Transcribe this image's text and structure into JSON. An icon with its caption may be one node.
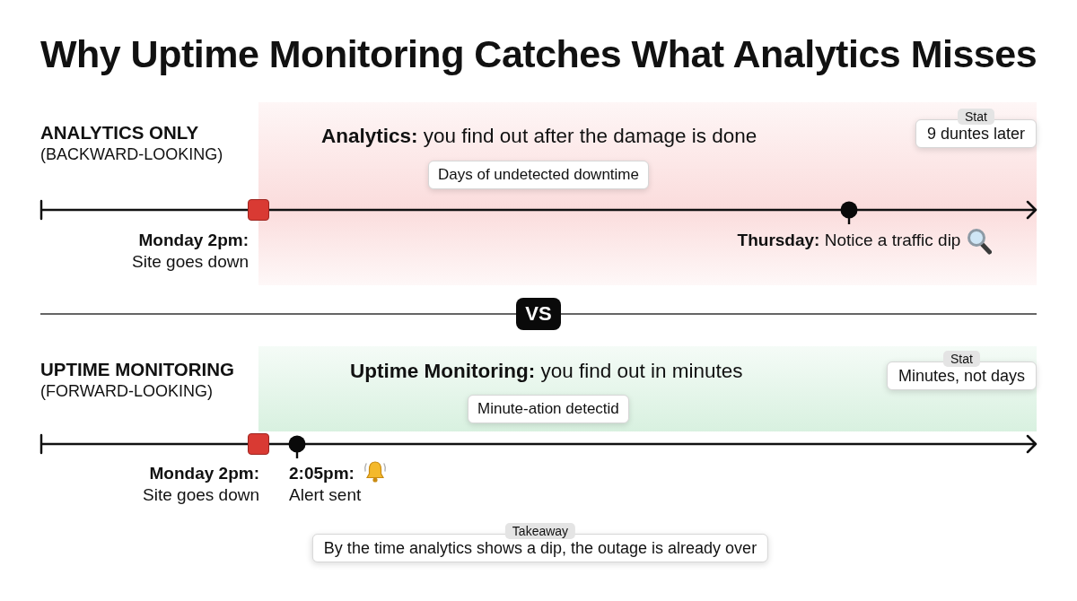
{
  "diagram": {
    "title": "Why Uptime Monitoring Catches What Analytics Misses",
    "nodes": [
      {
        "text": [
          "**Analytics:** you find out after the damage is done"
        ]
      },
      {
        "text": [
          "Days of undetected downtime"
        ],
        "in": 0
      },
      {
        "text": [
          "Stat",
          "9 duntes later"
        ],
        "in": 0
      },
      {
        "text": [],
        "shape": "box",
        "beside": [
          "**Monday 2pm:** Site goes down"
        ]
      },
      {
        "text": [],
        "shape": "circle",
        "in": 0,
        "beside": [
          "**Thursday:** Notice a traffic dip"
        ]
      },
      {
        "text": [
          "VS"
        ]
      },
      {
        "text": [
          "**Uptime Monitoring:** you find out in minutes"
        ]
      },
      {
        "text": [
          "Minute-ation detectid"
        ],
        "in": 6
      },
      {
        "text": [
          "Stat",
          "Minutes, not days"
        ],
        "in": 6
      },
      {
        "text": [],
        "shape": "box",
        "beside": [
          "**Monday 2pm:** Site goes down"
        ]
      },
      {
        "text": [],
        "shape": "circle",
        "beside": [
          "**2:05pm:** Alert sent"
        ]
      },
      {
        "text": [
          "Takeaway",
          "By the time analytics shows a dip, the outage is already over"
        ]
      }
    ],
    "labels": [
      "ANALYTICS ONLY",
      "(BACKWARD-LOOKING)",
      "UPTIME MONITORING",
      "(FORWARD-LOOKING)"
    ]
  }
}
